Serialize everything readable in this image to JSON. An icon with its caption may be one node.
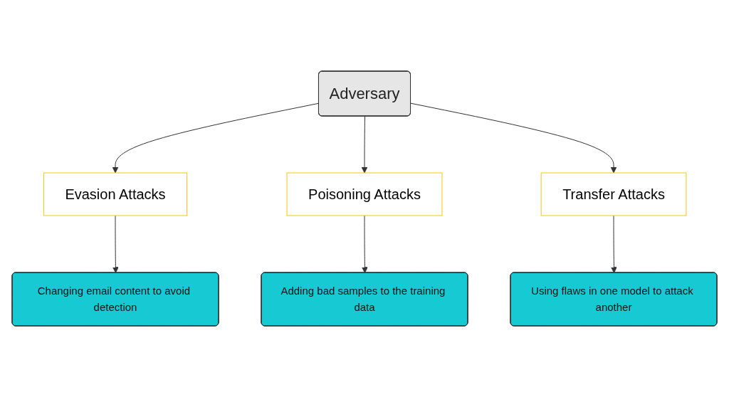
{
  "diagram": {
    "nodes": [
      {
        "text": [
          "Adversary"
        ]
      },
      {
        "text": [
          "Evasion Attacks"
        ]
      },
      {
        "text": [
          "Poisoning Attacks"
        ]
      },
      {
        "text": [
          "Transfer Attacks"
        ]
      },
      {
        "text": [
          "Changing email content to avoid detection"
        ]
      },
      {
        "text": [
          "Adding bad samples to the training data"
        ]
      },
      {
        "text": [
          "Using flaws in one model to attack another"
        ]
      }
    ],
    "edges": [
      {
        "from": 0,
        "to": 1,
        "arrow": "to"
      },
      {
        "from": 0,
        "to": 2,
        "arrow": "to"
      },
      {
        "from": 0,
        "to": 3,
        "arrow": "to"
      },
      {
        "from": 1,
        "to": 4,
        "arrow": "to"
      },
      {
        "from": 2,
        "to": 5,
        "arrow": "to"
      },
      {
        "from": 3,
        "to": 6,
        "arrow": "to"
      }
    ]
  }
}
